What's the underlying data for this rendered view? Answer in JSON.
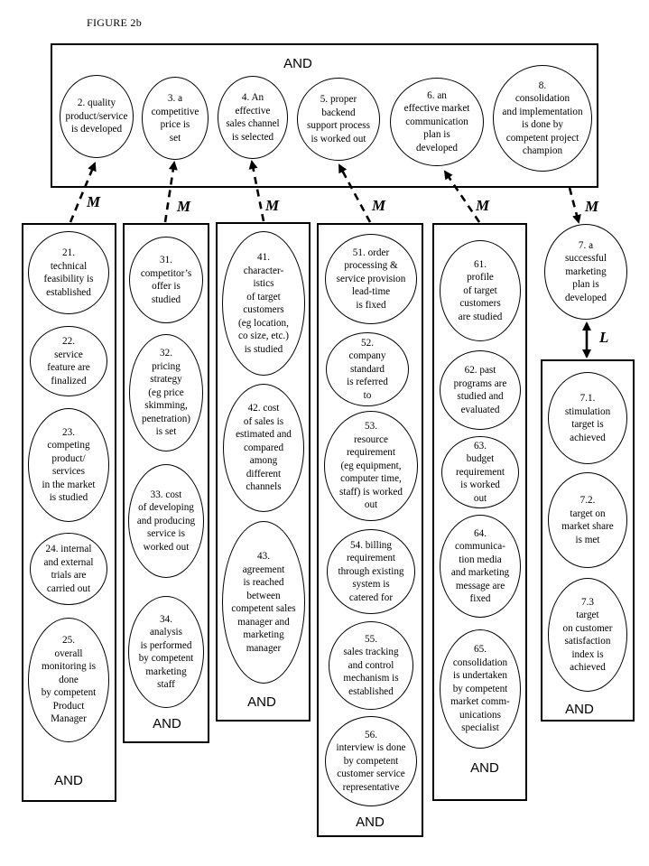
{
  "figure_label": "FIGURE 2b",
  "top_box": {
    "and_label": "AND",
    "nodes": [
      {
        "id": "2",
        "text": "2. quality\nproduct/service\nis developed"
      },
      {
        "id": "3",
        "text": "3. a\ncompetitive\nprice is\nset"
      },
      {
        "id": "4",
        "text": "4. An\neffective\nsales channel\nis selected"
      },
      {
        "id": "5",
        "text": "5. proper\nbackend\nsupport process\nis worked out"
      },
      {
        "id": "6",
        "text": "6. an\neffective market\ncommunication\nplan is\ndeveloped"
      },
      {
        "id": "8",
        "text": "8.\nconsolidation\nand implementation\nis done by\ncompetent project\nchampion"
      }
    ]
  },
  "link_labels": {
    "m": "M",
    "l": "L"
  },
  "columns": [
    {
      "and_label": "AND",
      "nodes": [
        "21.\ntechnical\nfeasibility is\nestablished",
        "22.\nservice\nfeature are\nfinalized",
        "23.\ncompeting\nproduct/\nservices\nin the market\nis studied",
        "24. internal\nand external\ntrials are\ncarried out",
        "25.\noverall\nmonitoring is\ndone\nby competent\nProduct\nManager"
      ]
    },
    {
      "and_label": "AND",
      "nodes": [
        "31.\ncompetitor’s\noffer is\nstudied",
        "32.\npricing\nstrategy\n(eg price\nskimming,\npenetration)\nis set",
        "33. cost\nof developing\nand producing\nservice is\nworked out",
        "34.\nanalysis\nis performed\nby competent\nmarketing\nstaff"
      ]
    },
    {
      "and_label": "AND",
      "nodes": [
        "41.\ncharacter-\nistics\nof target\ncustomers\n(eg location,\nco size, etc.)\nis studied",
        "42. cost\nof sales is\nestimated and\ncompared\namong\ndifferent\nchannels",
        "43.\nagreement\nis reached\nbetween\ncompetent sales\nmanager and\nmarketing\nmanager"
      ]
    },
    {
      "and_label": "AND",
      "nodes": [
        "51. order\nprocessing &\nservice provision\nlead-time\nis fixed",
        "52.\ncompany\nstandard\nis referred\nto",
        "53.\nresource\nrequirement\n(eg equipment,\ncomputer time,\nstaff) is worked\nout",
        "54. billing\nrequirement\nthrough existing\nsystem is\ncatered for",
        "55.\nsales tracking\nand control\nmechanism is\nestablished",
        "56.\ninterview is done\nby competent\ncustomer service\nrepresentative"
      ]
    },
    {
      "and_label": "AND",
      "nodes": [
        "61.\nprofile\nof target\ncustomers\nare studied",
        "62. past\nprograms are\nstudied and\nevaluated",
        "63.\nbudget\nrequirement\nis worked\nout",
        "64.\ncommunica-\ntion media\nand marketing\nmessage are\nfixed",
        "65.\nconsolidation\nis undertaken\nby competent\nmarket comm-\nunications\nspecialist"
      ]
    },
    {
      "and_label": "AND",
      "nodes": [
        "7.1.\nstimulation\ntarget is\nachieved",
        "7.2.\ntarget on\nmarket share\nis met",
        "7.3\ntarget\non customer\nsatisfaction\nindex is\nachieved"
      ]
    }
  ],
  "node_7": {
    "text": "7. a\nsuccessful\nmarketing\nplan is\ndeveloped"
  }
}
